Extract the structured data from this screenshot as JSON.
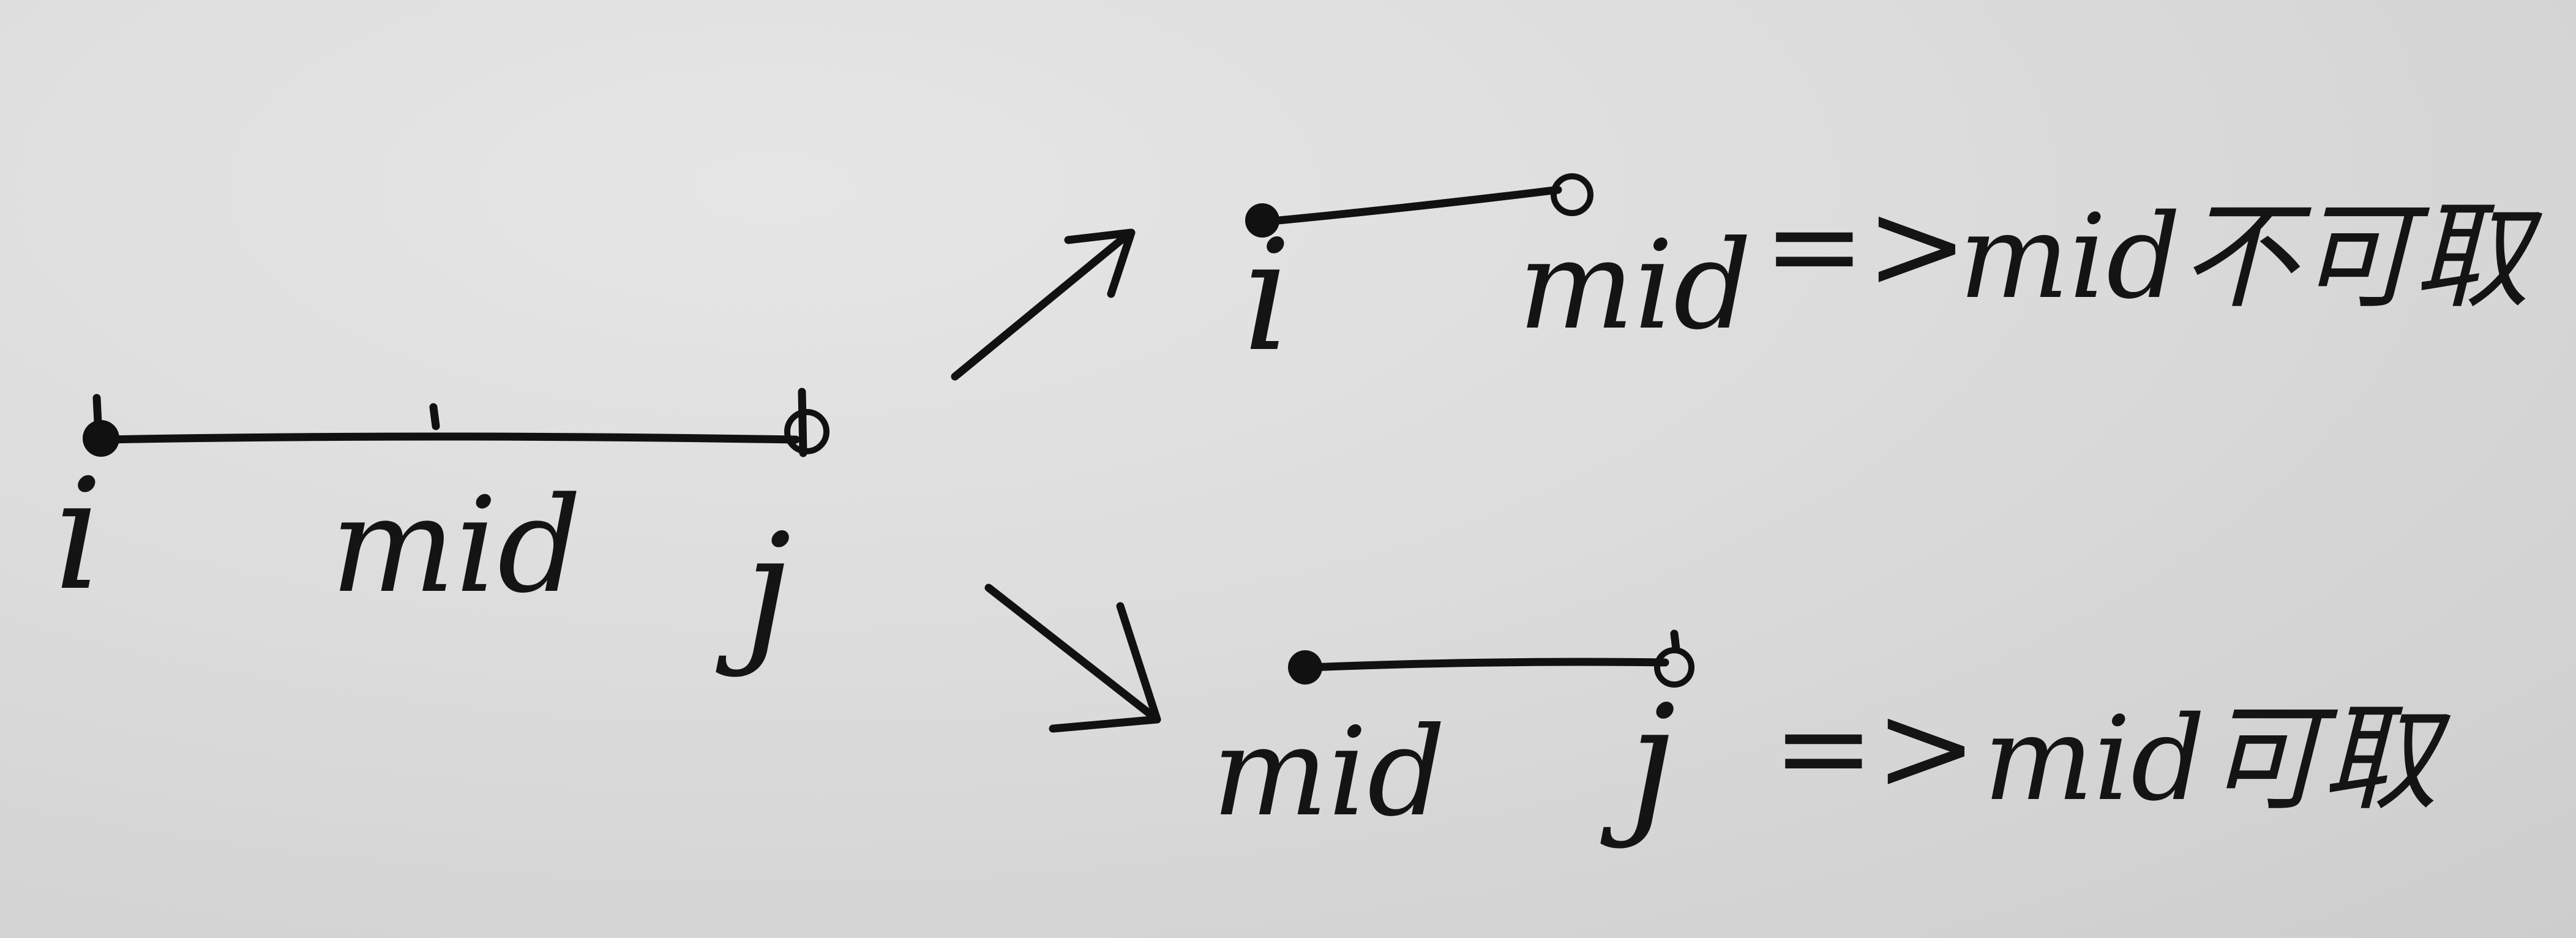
{
  "main_segment": {
    "left_label": "i",
    "middle_label": "mid",
    "right_label": "j"
  },
  "upper_case": {
    "left_label": "i",
    "right_label": "mid",
    "arrow": "=>",
    "conclusion": "mid不可取"
  },
  "lower_case": {
    "left_label": "mid",
    "right_label": "j",
    "arrow": "=>",
    "conclusion": "mid可取"
  }
}
